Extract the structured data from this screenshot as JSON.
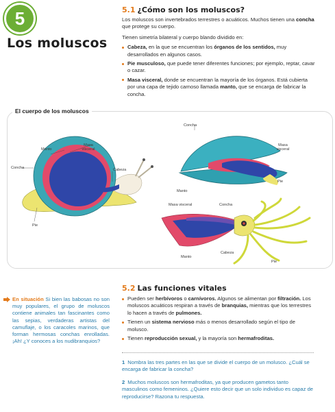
{
  "chapter": {
    "number": "5",
    "title": "Los moluscos"
  },
  "section1": {
    "number": "5.1",
    "title": "¿Cómo son los moluscos?",
    "intro_a": "Los moluscos son invertebrados terrestres o acuáticos. Muchos tienen una ",
    "intro_bold": "concha",
    "intro_b": " que protege su cuerpo.",
    "body_plan": "Tienen simetría bilateral y cuerpo blando dividido en:",
    "items": [
      {
        "lead": "Cabeza,",
        "text_a": " en la que se encuentran los ",
        "bold": "órganos de los sentidos,",
        "text_b": " muy desarrollados en algunos casos."
      },
      {
        "lead": "Pie musculoso,",
        "text_a": " que puede tener diferentes funciones; por ejemplo, reptar, cavar o cazar.",
        "bold": "",
        "text_b": ""
      },
      {
        "lead": "Masa visceral,",
        "text_a": " donde se encuentran la mayoría de los órganos. Está cubierta por una capa de tejido carnoso llamada ",
        "bold": "manto,",
        "text_b": " que se encarga de fabricar la concha."
      }
    ]
  },
  "figure": {
    "title": "El cuerpo de los moluscos",
    "snail_labels": {
      "masa": "Masa visceral",
      "manto": "Manto",
      "concha": "Concha",
      "cabeza": "Cabeza",
      "pie": "Pie"
    },
    "clam_labels": {
      "concha": "Concha",
      "masa": "Masa visceral",
      "manto": "Manto",
      "pie": "Pie"
    },
    "squid_labels": {
      "masa": "Masa visceral",
      "concha": "Concha",
      "cabeza": "Cabeza",
      "manto": "Manto",
      "pie": "Pie"
    }
  },
  "situation": {
    "tag": "En situación",
    "text": " Si bien las babosas no son muy populares, el grupo de moluscos contiene animales tan fascinantes como las sepias, verdaderas artistas del camuflaje, o los caracoles marinos, que forman hermosas conchas enrolladas. ¡Ah! ¿Y conoces a los nudibranquios?"
  },
  "section2": {
    "number": "5.2",
    "title": "Las funciones vitales",
    "items": [
      {
        "a": "Pueden ser ",
        "b1": "herbívoros",
        "c": " o ",
        "b2": "carnívoros.",
        "d": " Algunos se alimentan por ",
        "b3": "filtración.",
        "e": " Los moluscos acuáticos respiran a través de ",
        "b4": "branquias,",
        "f": " mientras que los terrestres lo hacen a través de ",
        "b5": "pulmones.",
        "g": ""
      },
      {
        "a": "Tienen un ",
        "b1": "sistema nervioso",
        "c": " más o menos desarrollado según el tipo de molusco.",
        "b2": "",
        "d": "",
        "b3": "",
        "e": "",
        "b4": "",
        "f": "",
        "b5": "",
        "g": ""
      },
      {
        "a": "Tienen ",
        "b1": "reproducción sexual,",
        "c": " y la mayoría son ",
        "b2": "hermafroditas.",
        "d": "",
        "b3": "",
        "e": "",
        "b4": "",
        "f": "",
        "b5": "",
        "g": ""
      }
    ]
  },
  "questions": [
    {
      "n": "1",
      "text": "Nombra las tres partes en las que se divide el cuerpo de un molusco. ¿Cuál se encarga de fabricar la concha?"
    },
    {
      "n": "2",
      "text": "Muchos moluscos son hermafroditas, ya que producen gametos tanto masculinos como femeninos. ¿Quiere esto decir que un solo individuo es capaz de reproducirse? Razona tu respuesta."
    }
  ],
  "colors": {
    "accent_orange": "#e37b1c",
    "green": "#6cae35",
    "blue_text": "#2a7dab"
  }
}
